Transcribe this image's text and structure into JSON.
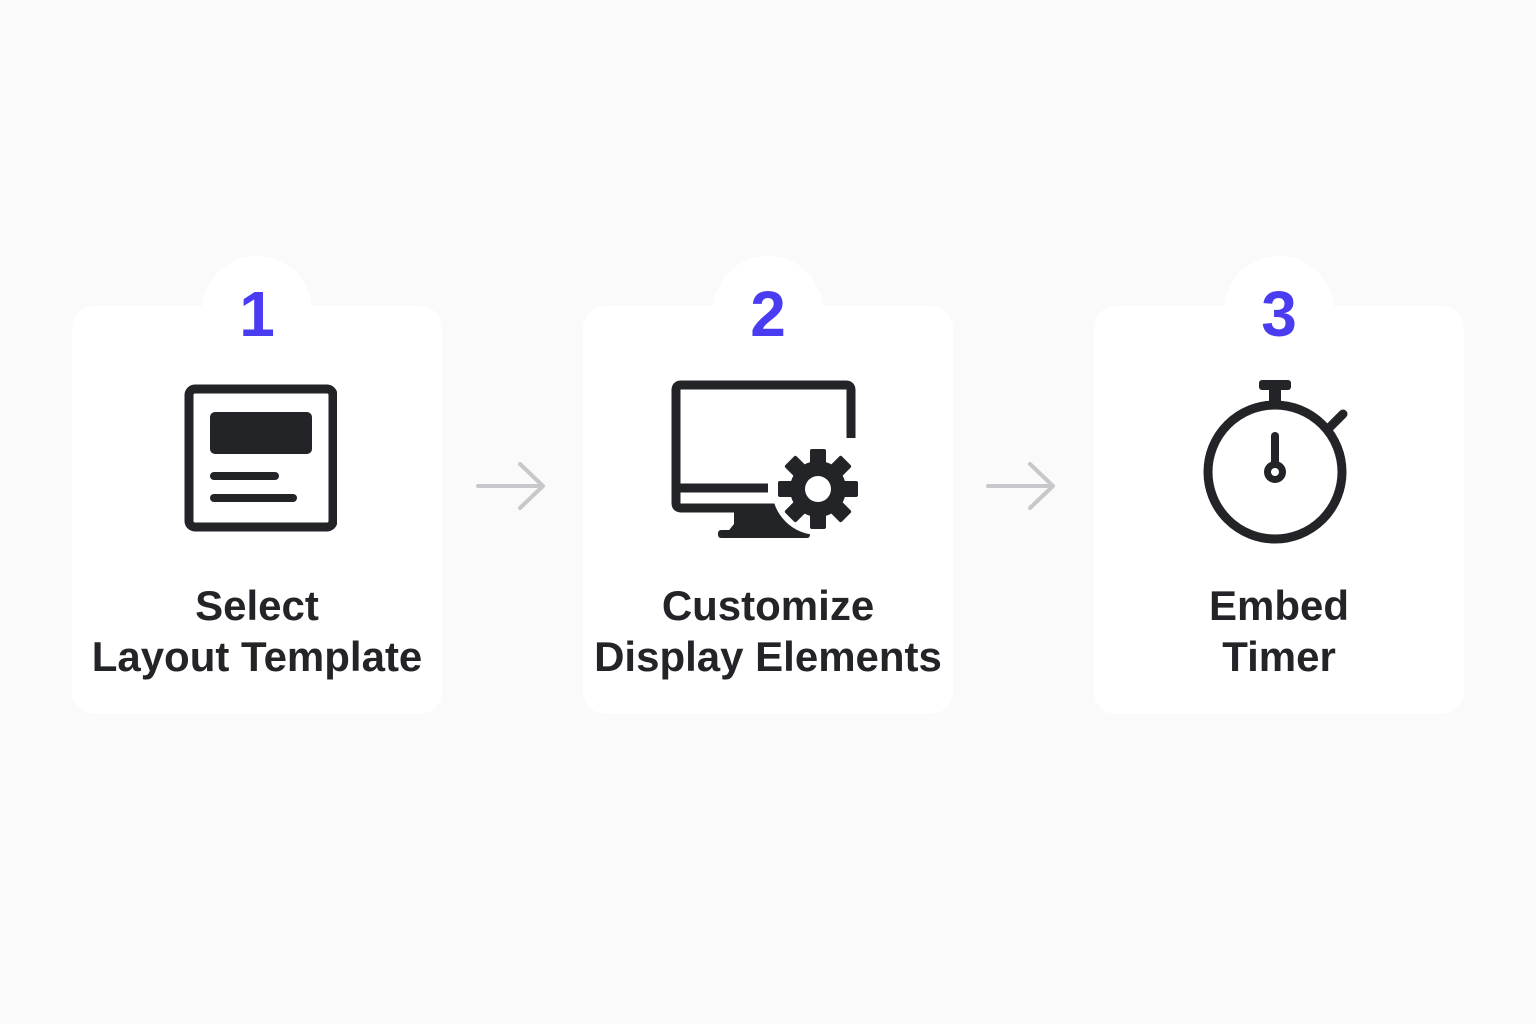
{
  "diagram": {
    "accent_color": "#4a3cf0",
    "text_color": "#222428",
    "arrow_color": "#c8c8cc",
    "steps": [
      {
        "number": "1",
        "icon": "layout-template-icon",
        "label_line1": "Select",
        "label_line2": "Layout Template"
      },
      {
        "number": "2",
        "icon": "monitor-gear-icon",
        "label_line1": "Customize",
        "label_line2": "Display Elements"
      },
      {
        "number": "3",
        "icon": "stopwatch-icon",
        "label_line1": "Embed",
        "label_line2": "Timer"
      }
    ]
  }
}
